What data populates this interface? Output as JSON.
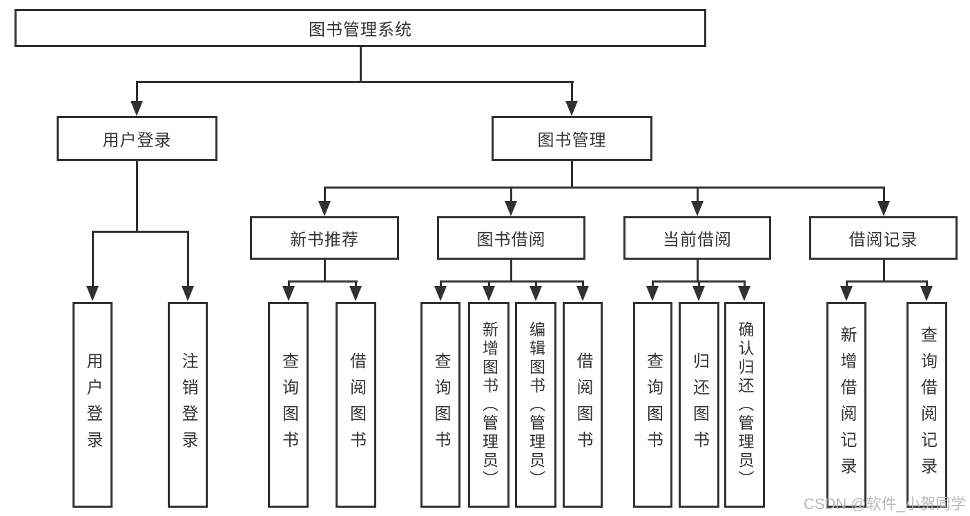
{
  "tree": {
    "root": {
      "label": "图书管理系统",
      "children": [
        {
          "label": "用户登录",
          "children": [
            {
              "label": "用户登录"
            },
            {
              "label": "注销登录"
            }
          ]
        },
        {
          "label": "图书管理",
          "children": [
            {
              "label": "新书推荐",
              "children": [
                {
                  "label": "查询图书"
                },
                {
                  "label": "借阅图书"
                }
              ]
            },
            {
              "label": "图书借阅",
              "children": [
                {
                  "label": "查询图书"
                },
                {
                  "label": "新增图书（管理员）"
                },
                {
                  "label": "编辑图书（管理员）"
                },
                {
                  "label": "借阅图书"
                }
              ]
            },
            {
              "label": "当前借阅",
              "children": [
                {
                  "label": "查询图书"
                },
                {
                  "label": "归还图书"
                },
                {
                  "label": "确认归还（管理员）"
                }
              ]
            },
            {
              "label": "借阅记录",
              "children": [
                {
                  "label": "新增借阅记录"
                },
                {
                  "label": "查询借阅记录"
                }
              ]
            }
          ]
        }
      ]
    }
  },
  "watermark": {
    "text": "CSDN @软件_小贺同学"
  },
  "colors": {
    "line": "#313131",
    "text": "#333333",
    "background": "#ffffff",
    "watermark": "#b3b3b3"
  }
}
